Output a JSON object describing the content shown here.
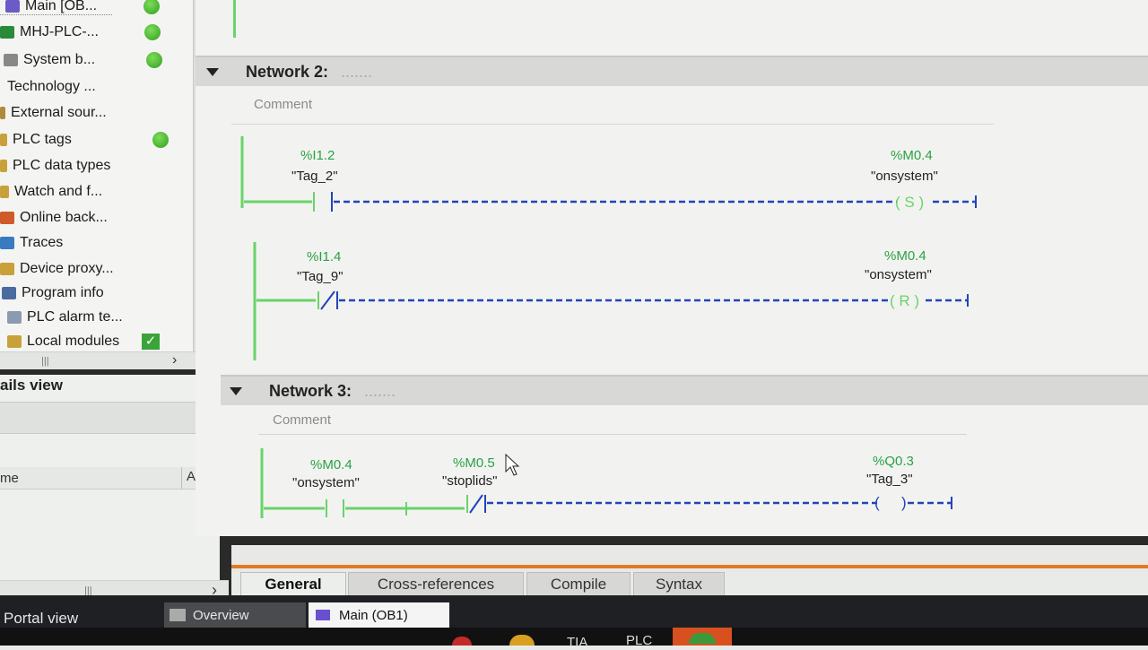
{
  "tree": {
    "items": [
      {
        "label": "Main [OB...",
        "status": true
      },
      {
        "label": "MHJ-PLC-...",
        "status": true
      },
      {
        "label": "System b...",
        "status": true
      },
      {
        "label": "Technology ...",
        "status": false
      },
      {
        "label": "External sour...",
        "status": false
      },
      {
        "label": "PLC tags",
        "status": true
      },
      {
        "label": "PLC data types",
        "status": false
      },
      {
        "label": "Watch and f...",
        "status": false
      },
      {
        "label": "Online back...",
        "status": false
      },
      {
        "label": "Traces",
        "status": false
      },
      {
        "label": "Device proxy...",
        "status": false
      },
      {
        "label": "Program info",
        "status": false
      },
      {
        "label": "PLC alarm te...",
        "status": false
      },
      {
        "label": "Local modules",
        "status": false,
        "checked": true
      }
    ]
  },
  "details": {
    "title": "ails view",
    "col_name": "me",
    "col_addr": "Ad..."
  },
  "networks": [
    {
      "title": "Network 2:",
      "comment": "Comment",
      "rungs": [
        {
          "contact_addr": "%I1.2",
          "contact_name": "\"Tag_2\"",
          "contact_type": "NO",
          "coil_addr": "%M0.4",
          "coil_name": "\"onsystem\"",
          "coil_type": "S"
        },
        {
          "contact_addr": "%I1.4",
          "contact_name": "\"Tag_9\"",
          "contact_type": "NC",
          "coil_addr": "%M0.4",
          "coil_name": "\"onsystem\"",
          "coil_type": "R"
        }
      ]
    },
    {
      "title": "Network 3:",
      "comment": "Comment",
      "rungs": [
        {
          "contacts": [
            {
              "addr": "%M0.4",
              "name": "\"onsystem\"",
              "type": "NO"
            },
            {
              "addr": "%M0.5",
              "name": "\"stoplids\"",
              "type": "NC"
            }
          ],
          "coil_addr": "%Q0.3",
          "coil_name": "\"Tag_3\"",
          "coil_type": ""
        }
      ]
    }
  ],
  "inspector_tabs": [
    "General",
    "Cross-references",
    "Compile",
    "Syntax"
  ],
  "taskbar": {
    "portal": "Portal view",
    "overview": "Overview",
    "main": "Main (OB1)",
    "apps": [
      "TIA",
      "PLC"
    ]
  },
  "colors": {
    "rung_green": "#5fd35f",
    "wire_blue": "#2244bb",
    "addr_green": "#2aa145",
    "accent_orange": "#e07b26"
  }
}
